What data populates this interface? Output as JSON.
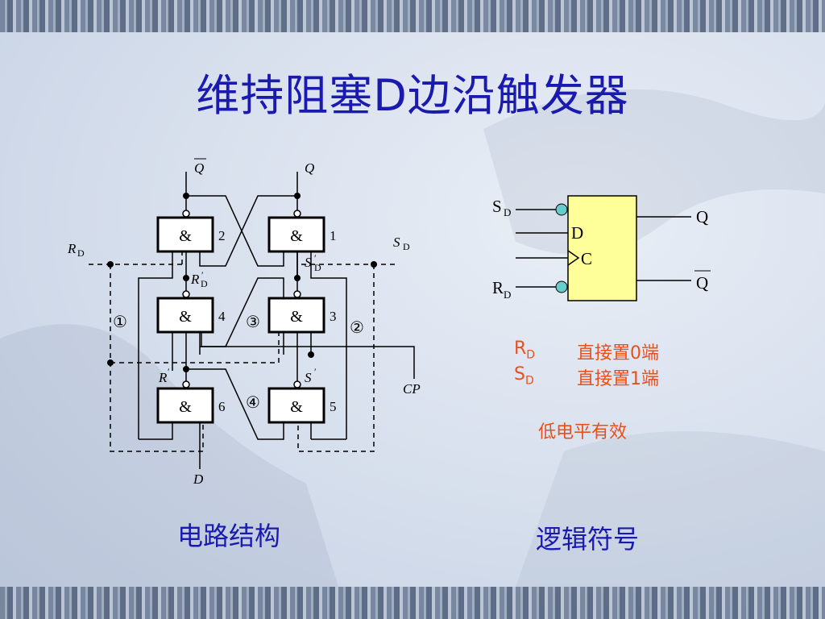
{
  "title": "维持阻塞D边沿触发器",
  "circuit": {
    "output_qbar": "Q",
    "output_q": "Q",
    "rd_label": "R",
    "rd_sub": "D",
    "sd_label": "S",
    "sd_sub": "D",
    "rd_prime_label": "R",
    "rd_prime_sub": "D",
    "rd_prime_mark": "′",
    "sd_prime_label": "S",
    "sd_prime_sub": "D",
    "sd_prime_mark": "′",
    "r_prime_label": "R",
    "r_prime_mark": "′",
    "s_prime_label": "S",
    "s_prime_mark": "′",
    "cp_label": "CP",
    "d_label": "D",
    "gate_symbol": "&",
    "gate_numbers": [
      "2",
      "1",
      "4",
      "3",
      "6",
      "5"
    ],
    "path_markers": [
      "①",
      "②",
      "③",
      "④"
    ]
  },
  "logic_symbol": {
    "sd": "S",
    "sd_sub": "D",
    "rd": "R",
    "rd_sub": "D",
    "d": "D",
    "c": "C",
    "q": "Q",
    "qbar": "Q",
    "box_color": "#ffff99",
    "bubble_color": "#66cccc"
  },
  "notes": {
    "rd": "R",
    "rd_sub": "D",
    "rd_desc": "直接置0端",
    "sd": "S",
    "sd_sub": "D",
    "sd_desc": "直接置1端",
    "active_low": "低电平有效"
  },
  "captions": {
    "circuit": "电路结构",
    "symbol": "逻辑符号"
  }
}
